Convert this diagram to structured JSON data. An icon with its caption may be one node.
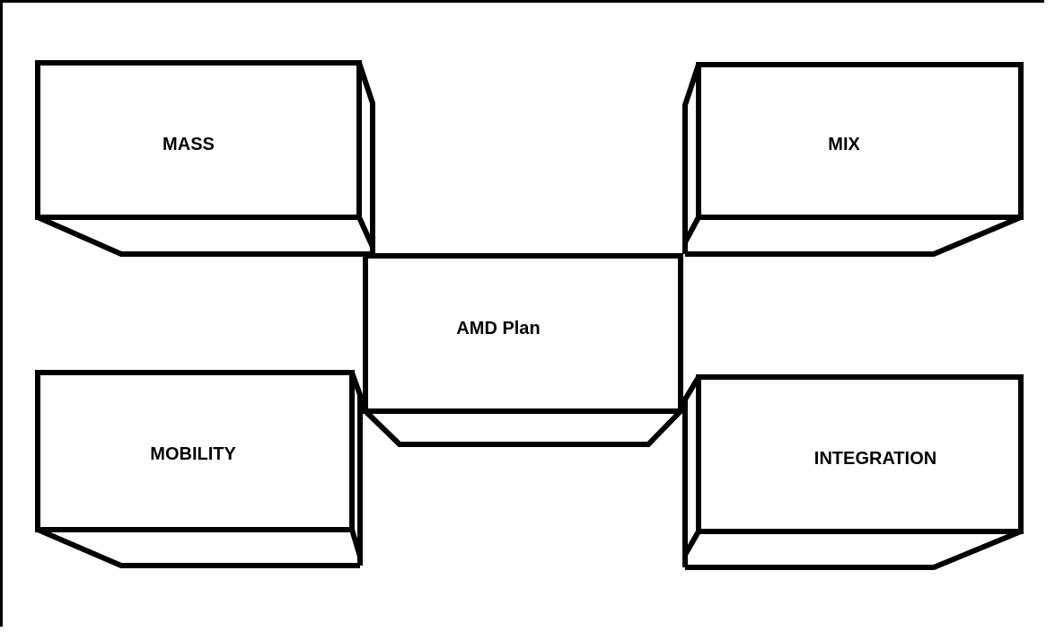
{
  "diagram": {
    "nodes": [
      {
        "text": [
          "MASS"
        ]
      },
      {
        "text": [
          "MIX"
        ]
      },
      {
        "text": [
          "AMD Plan"
        ]
      },
      {
        "text": [
          "MOBILITY"
        ]
      },
      {
        "text": [
          "INTEGRATION"
        ]
      }
    ]
  }
}
